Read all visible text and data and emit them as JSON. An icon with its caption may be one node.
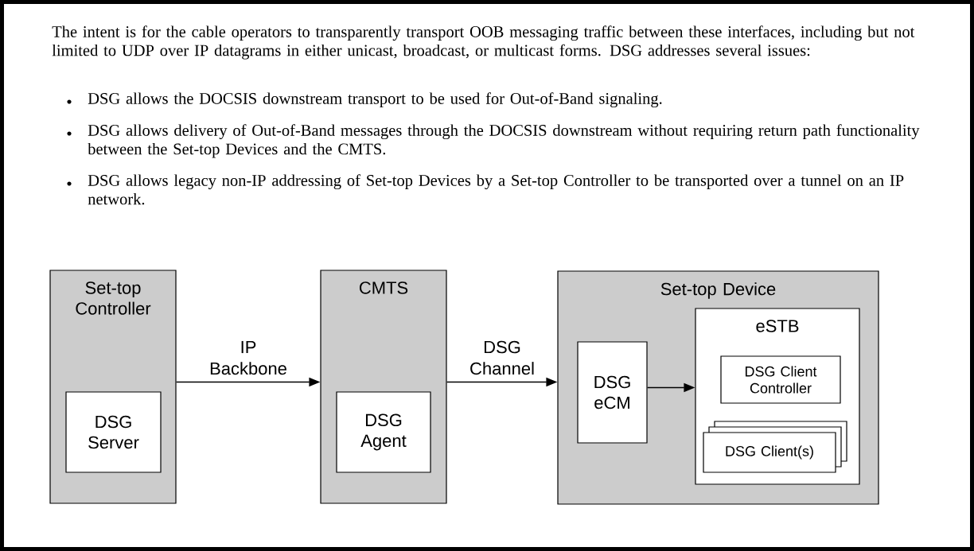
{
  "diagram": {
    "nodes": [
      {
        "text": [
          "Set-top Controller"
        ]
      },
      {
        "text": [
          "DSG Server"
        ],
        "in": 0
      },
      {
        "text": [
          "CMTS"
        ]
      },
      {
        "text": [
          "DSG Agent"
        ],
        "in": 2
      },
      {
        "text": [
          "Set-top Device"
        ]
      },
      {
        "text": [
          "DSG eCM"
        ],
        "in": 4
      },
      {
        "text": [
          "eSTB"
        ],
        "in": 4
      },
      {
        "text": [
          "DSG Client Controller"
        ],
        "in": 6
      },
      {
        "text": [
          "DSG Client(s)"
        ],
        "in": 6
      }
    ],
    "edges": [
      {
        "from": 0,
        "to": 2,
        "arrow": "to",
        "label": "IP Backbone"
      },
      {
        "from": 2,
        "to": 4,
        "arrow": "to",
        "label": "DSG Channel"
      },
      {
        "from": 5,
        "to": 6,
        "arrow": "to"
      }
    ],
    "labels": [
      "The intent is for the cable operators to transparently transport OOB messaging traffic between these interfaces, including but not limited to UDP over IP datagrams in either unicast, broadcast, or multicast forms. DSG addresses several issues:",
      "DSG allows the DOCSIS downstream transport to be used for Out-of-Band signaling.",
      "DSG allows delivery of Out-of-Band messages through the DOCSIS downstream without requiring return path functionality between the Set-top Devices and the CMTS.",
      "DSG allows legacy non-IP addressing of Set-top Devices by a Set-top Controller to be transported over a tunnel on an IP network."
    ]
  }
}
